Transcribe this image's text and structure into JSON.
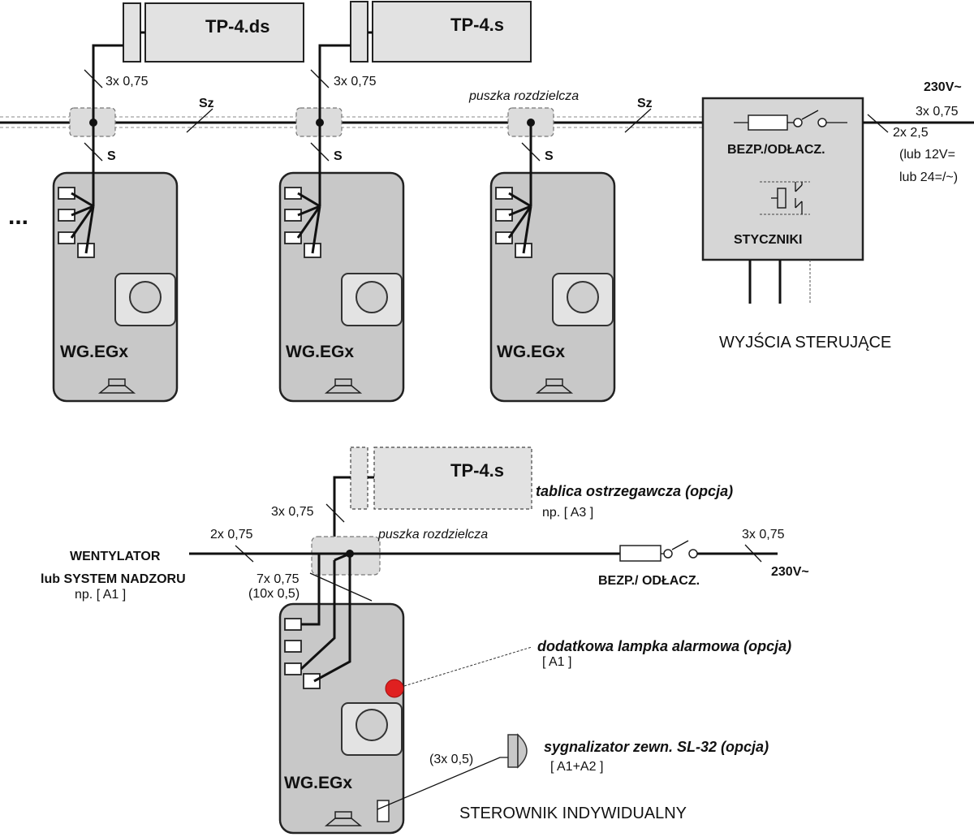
{
  "top_system": {
    "signs": [
      "TP-4.ds",
      "TP-4.s"
    ],
    "cable_3x075": "3x 0,75",
    "bus_label": "Sz",
    "branch_label": "S",
    "junction_box": "puszka rozdzielcza",
    "detector_label": "WG.EGx",
    "continuation": "...",
    "control_box": {
      "fuse_label": "BEZP./ODŁACZ.",
      "contactor_label": "STYCZNIKI",
      "outputs_label": "WYJŚCIA STERUJĄCE"
    },
    "supply": {
      "voltage": "230V~",
      "cable_a": "3x 0,75",
      "cable_b": "2x 2,5",
      "alt_1": "(lub 12V=",
      "alt_2": "lub 24=/~)"
    }
  },
  "bottom_system": {
    "sign": "TP-4.s",
    "sign_desc": "tablica ostrzegawcza (opcja)",
    "sign_ref": "np. [ A3 ]",
    "cable_sign": "3x 0,75",
    "cable_fan": "2x 0,75",
    "fan_label_1": "WENTYLATOR",
    "fan_label_2": "lub SYSTEM NADZORU",
    "fan_ref": "np. [ A1 ]",
    "junction_box": "puszka rozdzielcza",
    "cable_main_1": "7x 0,75",
    "cable_main_2": "(10x 0,5)",
    "fuse_label": "BEZP./ ODŁACZ.",
    "cable_supply": "3x 0,75",
    "voltage": "230V~",
    "lamp_desc": "dodatkowa lampka alarmowa (opcja)",
    "lamp_ref": "[ A1 ]",
    "siren_cable": "(3x 0,5)",
    "siren_desc": "sygnalizator zewn. SL-32 (opcja)",
    "siren_ref": "[ A1+A2 ]",
    "detector_label": "WG.EGx",
    "caption": "STEROWNIK INDYWIDUALNY"
  },
  "colors": {
    "panel": "#c8c8c8",
    "sign": "#e2e2e2",
    "lamp": "#e02020"
  }
}
